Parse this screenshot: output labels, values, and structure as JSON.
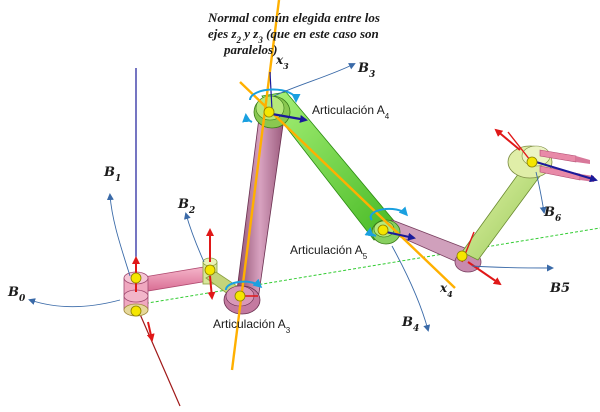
{
  "caption": {
    "line1": "Normal común elegida entre los",
    "line2_prefix": "ejes z",
    "line2_sub1": "2",
    "line2_mid": " y z",
    "line2_sub2": "3",
    "line2_suffix": " (que en este caso son",
    "line3": "paralelos)"
  },
  "frames": {
    "b0": {
      "base": "B",
      "sub": "0"
    },
    "b1": {
      "base": "B",
      "sub": "1"
    },
    "b2": {
      "base": "B",
      "sub": "2"
    },
    "b3": {
      "base": "B",
      "sub": "3"
    },
    "b4": {
      "base": "B",
      "sub": "4"
    },
    "b5": {
      "base": "B5",
      "sub": ""
    },
    "b6": {
      "base": "B",
      "sub": "6"
    }
  },
  "axes": {
    "x3": {
      "base": "x",
      "sub": "3"
    },
    "x4": {
      "base": "x",
      "sub": "4"
    }
  },
  "joints": {
    "a3": {
      "base": "Articulación A",
      "sub": "3"
    },
    "a4": {
      "base": "Articulación A",
      "sub": "4"
    },
    "a5": {
      "base": "Articulación A",
      "sub": "5"
    }
  },
  "colors": {
    "normal_line": "#ffb000",
    "link_pink": "#e88aa8",
    "link_green": "#66dd33",
    "link_mauve": "#b07a9a",
    "link_yellowgreen": "#b8e070",
    "rotation_arrow": "#1aa0e0",
    "frame_arrow": "#3a6aa8",
    "z_axis_red": "#e01818",
    "axis_blue": "#1a1a9a",
    "joint_dot": "#f5e600",
    "ground_line": "#33cc33"
  }
}
